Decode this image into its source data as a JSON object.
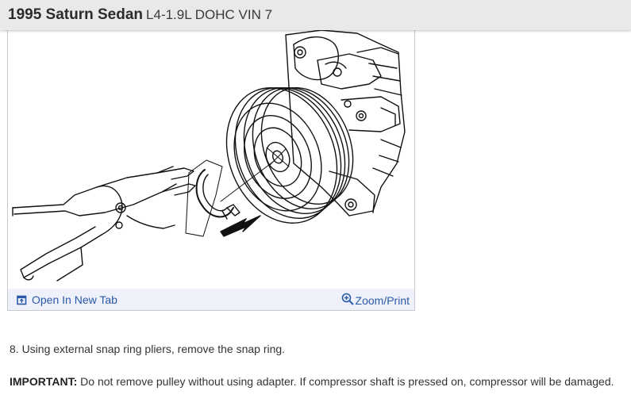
{
  "header": {
    "title": "1995 Saturn Sedan",
    "subtitle": "L4-1.9L DOHC VIN 7"
  },
  "figure": {
    "open_tab_label": "Open In New Tab",
    "open_tab_icon": "open-in-new-tab-icon",
    "zoom_label": "Zoom/Print",
    "zoom_icon": "zoom-in-icon",
    "link_color": "#2a5aa8",
    "toolbar_color": "#eef0fa"
  },
  "instructions": {
    "step": "8. Using external snap ring pliers, remove the snap ring.",
    "important_label": "IMPORTANT:",
    "important_text": " Do not remove pulley without using adapter. If compressor shaft is pressed on, compressor will be damaged."
  }
}
